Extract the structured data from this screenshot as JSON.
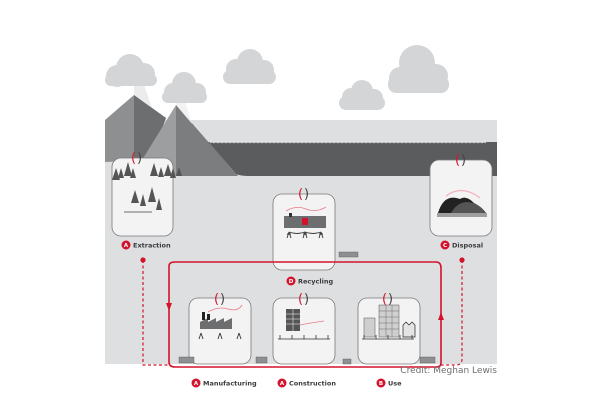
{
  "colors": {
    "accent": "#d3132c",
    "ground": "#dedfe0",
    "sea": "#5b5c5e",
    "mountain_dark": "#6d6e70",
    "mountain_mid": "#8e8f91",
    "cloud": "#d4d5d6",
    "box_fill": "#f3f3f3",
    "box_stroke": "#7a7a7a"
  },
  "stages": [
    {
      "id": "extraction",
      "letter": "A",
      "label": "Extraction",
      "icon": "forest-icon"
    },
    {
      "id": "recycling",
      "letter": "D",
      "label": "Recycling",
      "icon": "recycling-plant-icon"
    },
    {
      "id": "disposal",
      "letter": "C",
      "label": "Disposal",
      "icon": "landfill-icon"
    },
    {
      "id": "manufacturing",
      "letter": "A",
      "label": "Manufacturing",
      "icon": "factory-icon"
    },
    {
      "id": "construction",
      "letter": "A",
      "label": "Construction",
      "icon": "construction-icon"
    },
    {
      "id": "use",
      "letter": "B",
      "label": "Use",
      "icon": "buildings-icon"
    }
  ],
  "credit": "Credit: Meghan Lewis"
}
